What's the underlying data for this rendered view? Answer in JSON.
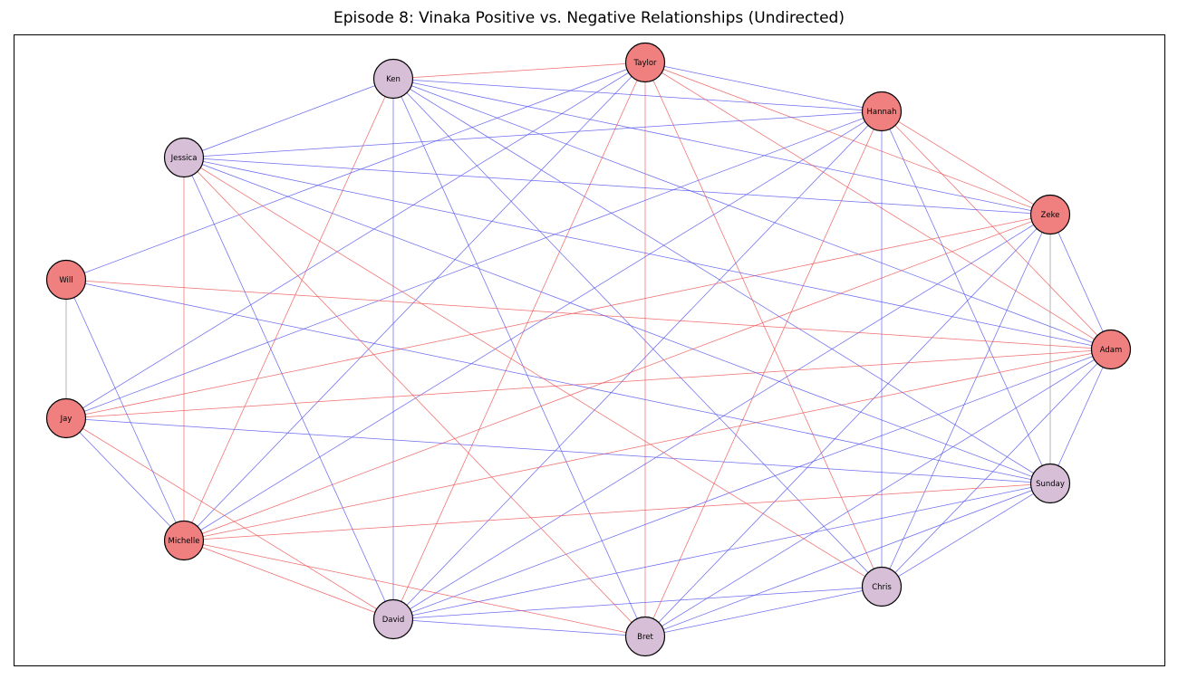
{
  "title": "Episode 8: Vinaka Positive vs. Negative Relationships (Undirected)",
  "colors": {
    "background": "#ffffff",
    "frame": "#000000",
    "positive_edge": "#5555ee",
    "negative_edge": "#ee5555",
    "neutral_edge": "#888888",
    "node_red": "#f08080",
    "node_purple": "#d8bfd8",
    "node_stroke": "#000000"
  },
  "nodes": [
    {
      "id": "Taylor",
      "label": "Taylor",
      "group": "red"
    },
    {
      "id": "Hannah",
      "label": "Hannah",
      "group": "red"
    },
    {
      "id": "Zeke",
      "label": "Zeke",
      "group": "red"
    },
    {
      "id": "Adam",
      "label": "Adam",
      "group": "red"
    },
    {
      "id": "Sunday",
      "label": "Sunday",
      "group": "purple"
    },
    {
      "id": "Chris",
      "label": "Chris",
      "group": "purple"
    },
    {
      "id": "Bret",
      "label": "Bret",
      "group": "purple"
    },
    {
      "id": "David",
      "label": "David",
      "group": "purple"
    },
    {
      "id": "Michelle",
      "label": "Michelle",
      "group": "red"
    },
    {
      "id": "Jay",
      "label": "Jay",
      "group": "red"
    },
    {
      "id": "Will",
      "label": "Will",
      "group": "red"
    },
    {
      "id": "Jessica",
      "label": "Jessica",
      "group": "purple"
    },
    {
      "id": "Ken",
      "label": "Ken",
      "group": "purple"
    }
  ],
  "edges": [
    {
      "source": "Ken",
      "target": "Taylor",
      "type": "negative"
    },
    {
      "source": "Ken",
      "target": "Hannah",
      "type": "positive"
    },
    {
      "source": "Ken",
      "target": "Zeke",
      "type": "positive"
    },
    {
      "source": "Ken",
      "target": "Adam",
      "type": "positive"
    },
    {
      "source": "Ken",
      "target": "Sunday",
      "type": "positive"
    },
    {
      "source": "Ken",
      "target": "Chris",
      "type": "positive"
    },
    {
      "source": "Ken",
      "target": "Bret",
      "type": "positive"
    },
    {
      "source": "Ken",
      "target": "David",
      "type": "positive"
    },
    {
      "source": "Ken",
      "target": "Michelle",
      "type": "negative"
    },
    {
      "source": "Ken",
      "target": "Jessica",
      "type": "positive"
    },
    {
      "source": "Taylor",
      "target": "Hannah",
      "type": "positive"
    },
    {
      "source": "Taylor",
      "target": "Zeke",
      "type": "negative"
    },
    {
      "source": "Taylor",
      "target": "Adam",
      "type": "negative"
    },
    {
      "source": "Taylor",
      "target": "Chris",
      "type": "negative"
    },
    {
      "source": "Taylor",
      "target": "Bret",
      "type": "negative"
    },
    {
      "source": "Taylor",
      "target": "David",
      "type": "negative"
    },
    {
      "source": "Taylor",
      "target": "Michelle",
      "type": "positive"
    },
    {
      "source": "Taylor",
      "target": "Jay",
      "type": "positive"
    },
    {
      "source": "Taylor",
      "target": "Will",
      "type": "positive"
    },
    {
      "source": "Hannah",
      "target": "Adam",
      "type": "negative"
    },
    {
      "source": "Hannah",
      "target": "Zeke",
      "type": "negative"
    },
    {
      "source": "Hannah",
      "target": "Sunday",
      "type": "positive"
    },
    {
      "source": "Hannah",
      "target": "Chris",
      "type": "positive"
    },
    {
      "source": "Hannah",
      "target": "Bret",
      "type": "negative"
    },
    {
      "source": "Hannah",
      "target": "David",
      "type": "positive"
    },
    {
      "source": "Hannah",
      "target": "Michelle",
      "type": "positive"
    },
    {
      "source": "Hannah",
      "target": "Jay",
      "type": "positive"
    },
    {
      "source": "Hannah",
      "target": "Jessica",
      "type": "positive"
    },
    {
      "source": "Zeke",
      "target": "Adam",
      "type": "positive"
    },
    {
      "source": "Zeke",
      "target": "Sunday",
      "type": "neutral"
    },
    {
      "source": "Zeke",
      "target": "Chris",
      "type": "positive"
    },
    {
      "source": "Zeke",
      "target": "Bret",
      "type": "positive"
    },
    {
      "source": "Zeke",
      "target": "David",
      "type": "positive"
    },
    {
      "source": "Zeke",
      "target": "Michelle",
      "type": "negative"
    },
    {
      "source": "Zeke",
      "target": "Jay",
      "type": "negative"
    },
    {
      "source": "Zeke",
      "target": "Jessica",
      "type": "positive"
    },
    {
      "source": "Adam",
      "target": "Sunday",
      "type": "positive"
    },
    {
      "source": "Adam",
      "target": "Chris",
      "type": "positive"
    },
    {
      "source": "Adam",
      "target": "Bret",
      "type": "positive"
    },
    {
      "source": "Adam",
      "target": "David",
      "type": "positive"
    },
    {
      "source": "Adam",
      "target": "Michelle",
      "type": "negative"
    },
    {
      "source": "Adam",
      "target": "Jay",
      "type": "negative"
    },
    {
      "source": "Adam",
      "target": "Will",
      "type": "negative"
    },
    {
      "source": "Adam",
      "target": "Jessica",
      "type": "positive"
    },
    {
      "source": "Sunday",
      "target": "Chris",
      "type": "positive"
    },
    {
      "source": "Sunday",
      "target": "Bret",
      "type": "positive"
    },
    {
      "source": "Sunday",
      "target": "David",
      "type": "positive"
    },
    {
      "source": "Sunday",
      "target": "Michelle",
      "type": "negative"
    },
    {
      "source": "Sunday",
      "target": "Jay",
      "type": "positive"
    },
    {
      "source": "Sunday",
      "target": "Will",
      "type": "positive"
    },
    {
      "source": "Sunday",
      "target": "Jessica",
      "type": "positive"
    },
    {
      "source": "Chris",
      "target": "Bret",
      "type": "positive"
    },
    {
      "source": "Chris",
      "target": "David",
      "type": "positive"
    },
    {
      "source": "Chris",
      "target": "Jessica",
      "type": "negative"
    },
    {
      "source": "Bret",
      "target": "David",
      "type": "positive"
    },
    {
      "source": "Bret",
      "target": "Michelle",
      "type": "negative"
    },
    {
      "source": "Bret",
      "target": "Jessica",
      "type": "negative"
    },
    {
      "source": "David",
      "target": "Michelle",
      "type": "negative"
    },
    {
      "source": "David",
      "target": "Jay",
      "type": "negative"
    },
    {
      "source": "David",
      "target": "Jessica",
      "type": "positive"
    },
    {
      "source": "Michelle",
      "target": "Jay",
      "type": "positive"
    },
    {
      "source": "Michelle",
      "target": "Will",
      "type": "positive"
    },
    {
      "source": "Michelle",
      "target": "Jessica",
      "type": "negative"
    },
    {
      "source": "Jay",
      "target": "Will",
      "type": "neutral"
    }
  ]
}
